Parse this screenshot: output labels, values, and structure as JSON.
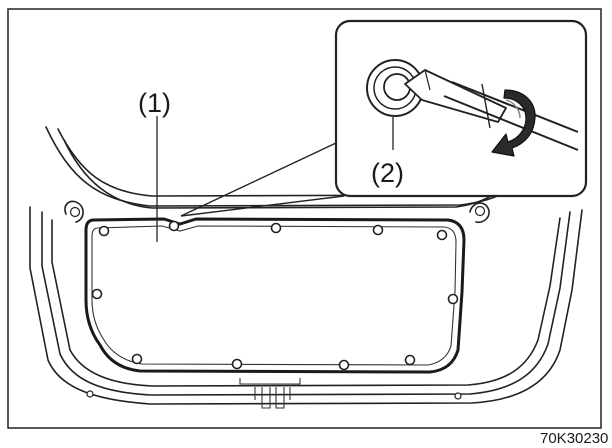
{
  "labels": {
    "panel_callout": "(1)",
    "clip_callout": "(2)",
    "figure_code": "70K30230"
  }
}
